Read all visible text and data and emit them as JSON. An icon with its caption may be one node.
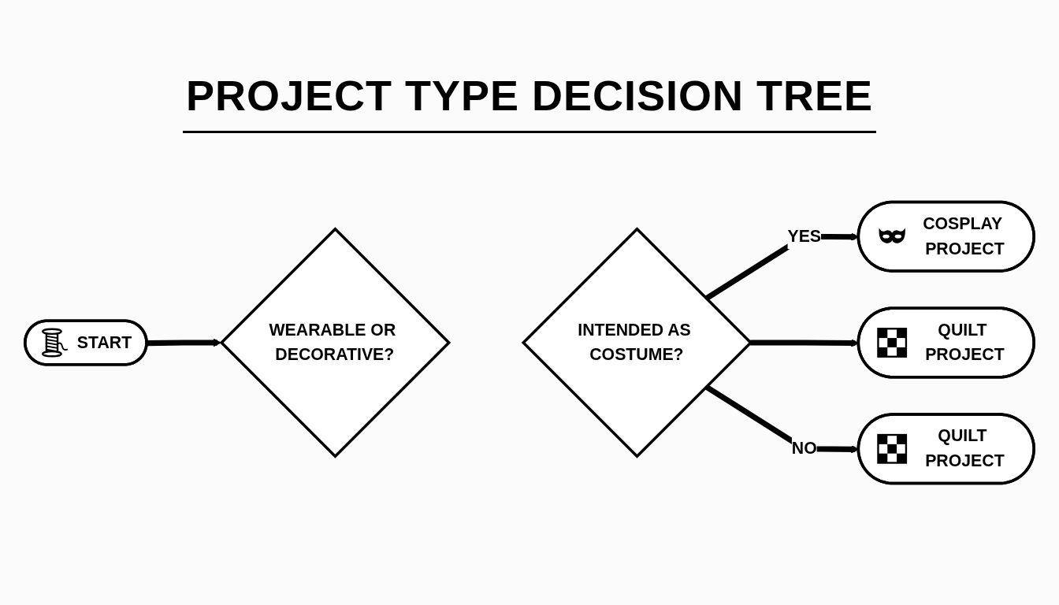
{
  "diagram": {
    "title": "PROJECT TYPE DECISION TREE",
    "nodes": [
      {
        "text": [
          "START"
        ]
      },
      {
        "text": [
          "WEARABLE OR DECORATIVE?"
        ]
      },
      {
        "text": [
          "INTENDED AS COSTUME?"
        ]
      },
      {
        "text": [
          "COSPLAY PROJECT"
        ]
      },
      {
        "text": [
          "QUILT PROJECT"
        ]
      },
      {
        "text": [
          "QUILT PROJECT"
        ]
      }
    ],
    "edges": [
      {
        "from": 0,
        "to": 1,
        "arrow": "to"
      },
      {
        "from": 2,
        "to": 3,
        "arrow": "to",
        "label": "YES"
      },
      {
        "from": 2,
        "to": 4,
        "arrow": "to"
      },
      {
        "from": 2,
        "to": 5,
        "arrow": "to",
        "label": "NO"
      }
    ]
  }
}
